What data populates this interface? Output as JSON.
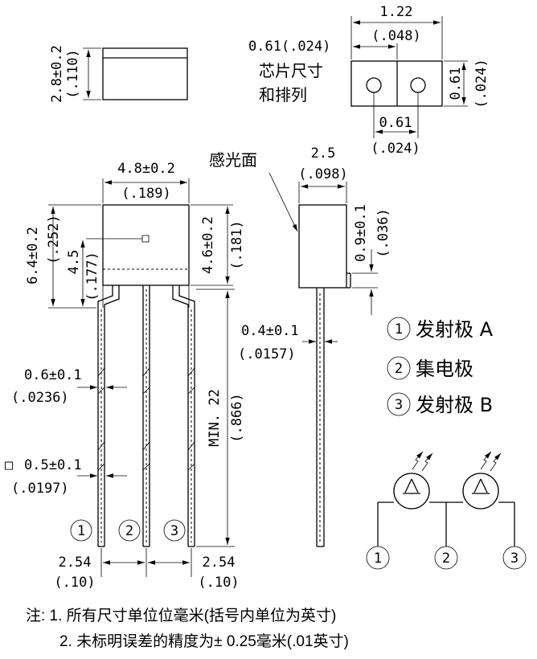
{
  "top_left": {
    "dim_mm": "2.8±0.2",
    "dim_in": "(.110)"
  },
  "chip": {
    "width_mm": "1.22",
    "width_in": "(.048)",
    "cell_mm": "0.61(.024)",
    "height_mm": "0.61",
    "height_in": "(.024)",
    "pitch_mm": "0.61",
    "pitch_in": "(.024)",
    "caption_line1": "芯片尺寸",
    "caption_line2": "和排列"
  },
  "front": {
    "width_mm": "4.8±0.2",
    "width_in": "(.189)",
    "height_mm": "6.4±0.2",
    "height_in": "(.252)",
    "sub_mm": "4.5",
    "sub_in": "(.177)",
    "right_mm": "4.6±0.2",
    "right_in": "(.181)",
    "lead_mm": "0.6±0.1",
    "lead_in": "(.0236)",
    "sq_mark": "□",
    "lead2_mm": "0.5±0.1",
    "lead2_in": "(.0197)",
    "length_mm": "MIN. 22",
    "length_in": "(.866)",
    "pitch_mm": "2.54",
    "pitch_in": "(.10)",
    "pin1": "1",
    "pin2": "2",
    "pin3": "3"
  },
  "side": {
    "sensor_label": "感光面",
    "width_mm": "2.5",
    "width_in": "(.098)",
    "offset_mm": "0.9±0.1",
    "offset_in": "(.036)",
    "lead_mm": "0.4±0.1",
    "lead_in": "(.0157)"
  },
  "legend": [
    {
      "num": "1",
      "text": "发射极 A"
    },
    {
      "num": "2",
      "text": "集电极"
    },
    {
      "num": "3",
      "text": "发射极 B"
    }
  ],
  "schematic": {
    "pin1": "1",
    "pin2": "2",
    "pin3": "3"
  },
  "notes": {
    "line1": "注: 1. 所有尺寸单位位毫米(括号内单位为英寸)",
    "line2": "2. 未标明误差的精度为± 0.25毫米(.01英寸)"
  }
}
